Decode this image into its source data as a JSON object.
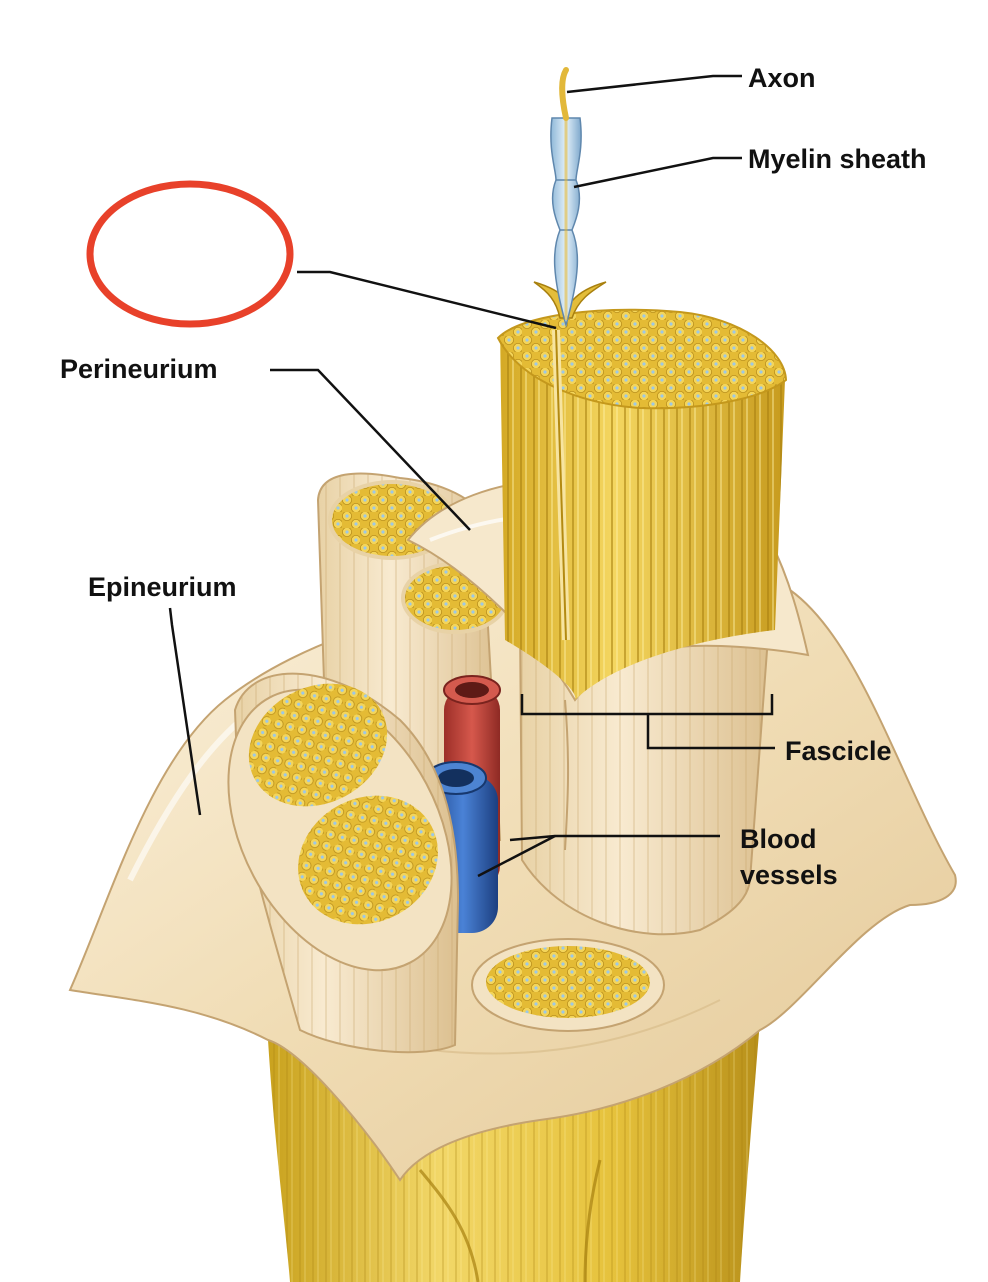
{
  "diagram": {
    "labels": {
      "axon": "Axon",
      "myelin": "Myelin sheath",
      "perineurium": "Perineurium",
      "epineurium": "Epineurium",
      "fascicle": "Fascicle",
      "blood_line1": "Blood",
      "blood_line2": "vessels"
    },
    "hidden_label": "",
    "colors": {
      "highlight_ring": "#e8412a",
      "connective_tissue": "#f3e3c3",
      "nerve_fiber": "#e9c340",
      "artery": "#c9473c",
      "vein": "#2f63b8",
      "axon_core": "#9cc7e6"
    }
  }
}
